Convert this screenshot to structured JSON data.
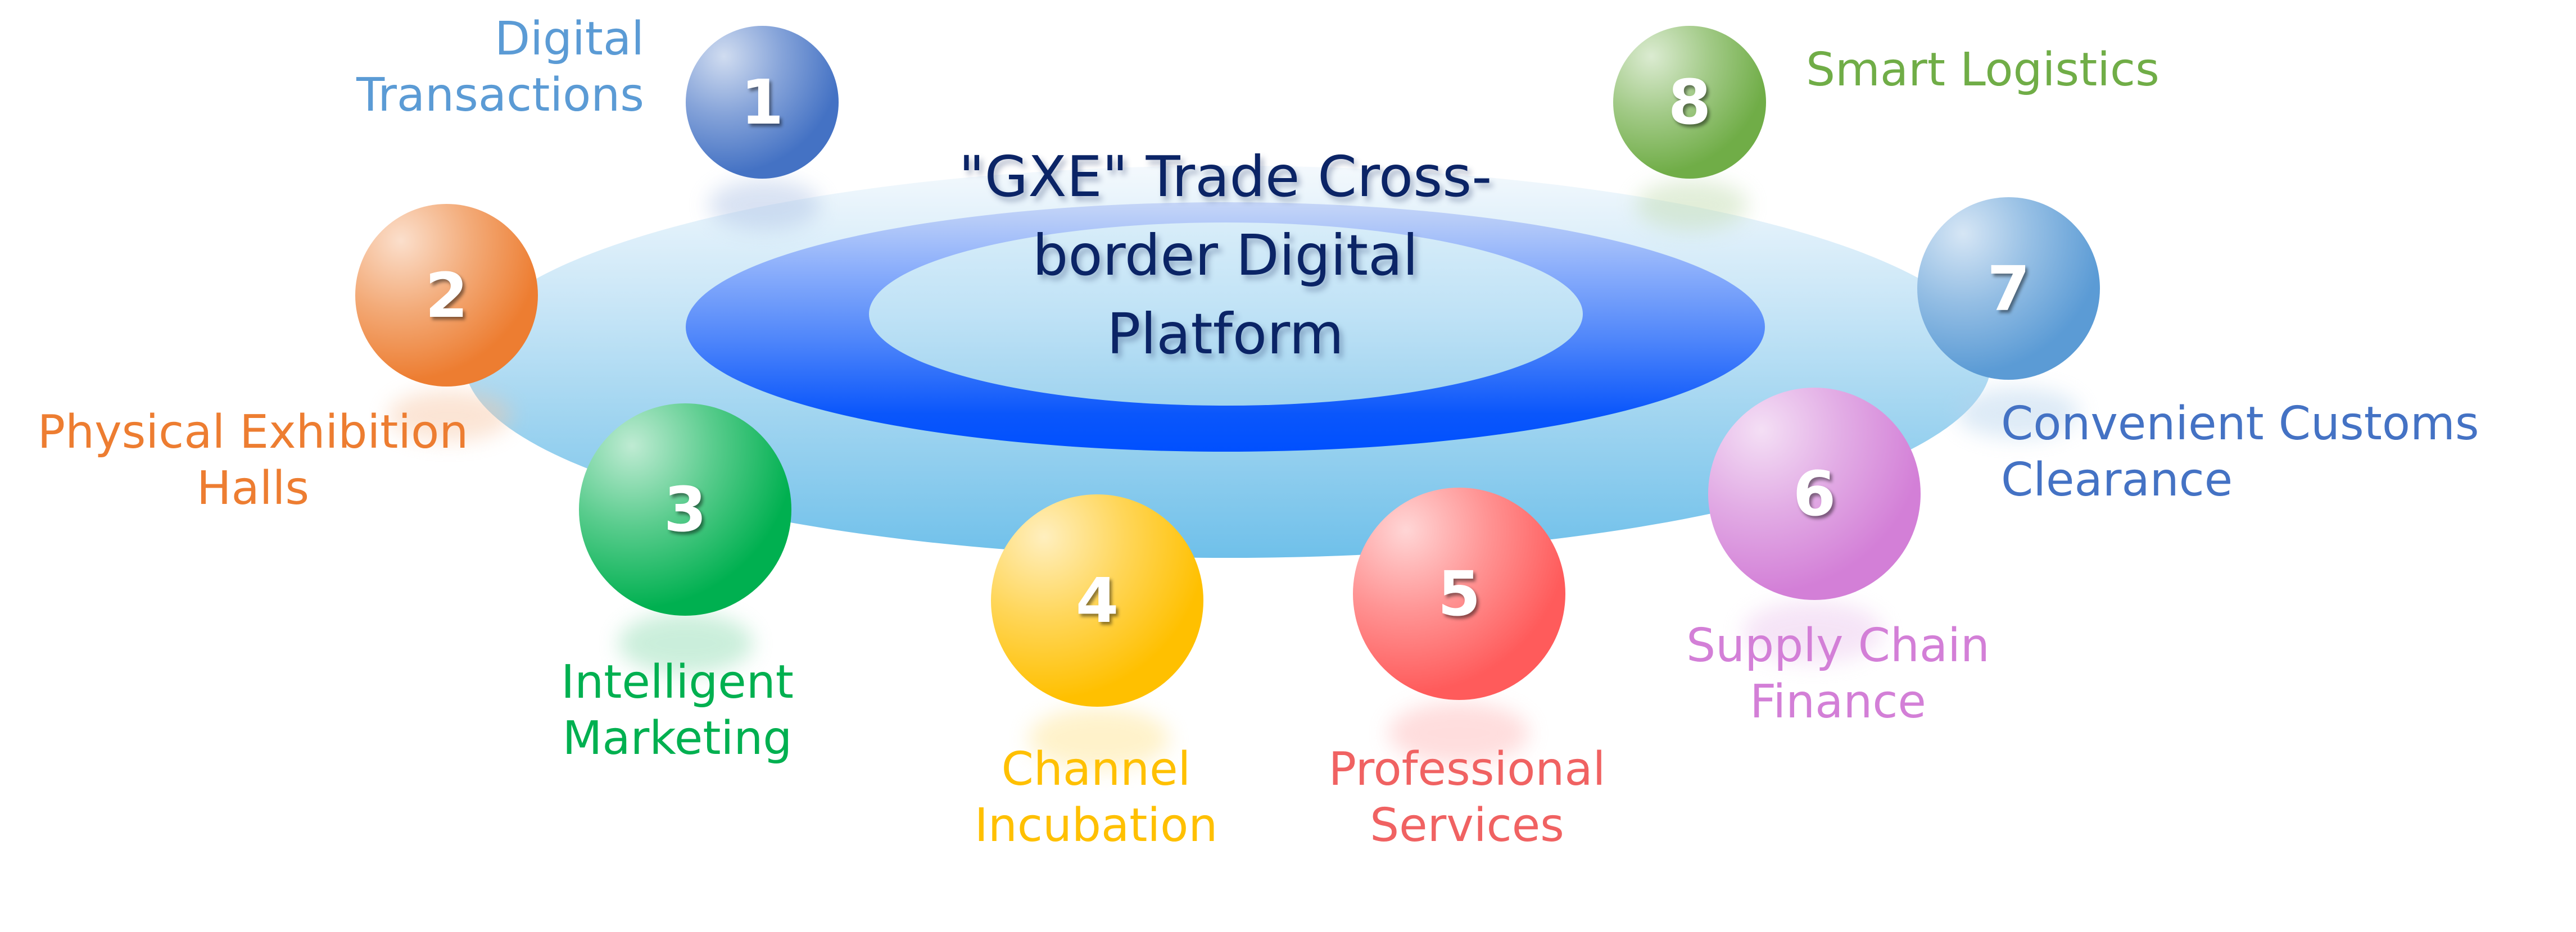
{
  "diagram": {
    "title_lines": [
      "\"GXE\" Trade Cross-",
      "border Digital",
      "Platform"
    ],
    "colors": {
      "title": "#0b2466",
      "ring_outer": "#8ccbee",
      "ring_middle": "#0050ff",
      "ring_inner": "#bfe2f6"
    },
    "nodes": [
      {
        "number": "1",
        "label_lines": [
          "Digital",
          "Transactions"
        ],
        "color": "#4472c4",
        "label_color": "#5b9bd5"
      },
      {
        "number": "2",
        "label_lines": [
          "Physical Exhibition",
          "Halls"
        ],
        "color": "#ed7d31",
        "label_color": "#ed7d31"
      },
      {
        "number": "3",
        "label_lines": [
          "Intelligent",
          "Marketing"
        ],
        "color": "#00b050",
        "label_color": "#00b050"
      },
      {
        "number": "4",
        "label_lines": [
          "Channel",
          "Incubation"
        ],
        "color": "#ffc000",
        "label_color": "#ffc000"
      },
      {
        "number": "5",
        "label_lines": [
          "Professional",
          "Services"
        ],
        "color": "#ff5b5b",
        "label_color": "#f06262"
      },
      {
        "number": "6",
        "label_lines": [
          "Supply Chain",
          "Finance"
        ],
        "color": "#d37fd7",
        "label_color": "#d37fd7"
      },
      {
        "number": "7",
        "label_lines": [
          "Convenient Customs",
          "Clearance"
        ],
        "color": "#5b9bd5",
        "label_color": "#4472c4"
      },
      {
        "number": "8",
        "label_lines": [
          "Smart Logistics"
        ],
        "color": "#70ad47",
        "label_color": "#70ad47"
      }
    ]
  }
}
